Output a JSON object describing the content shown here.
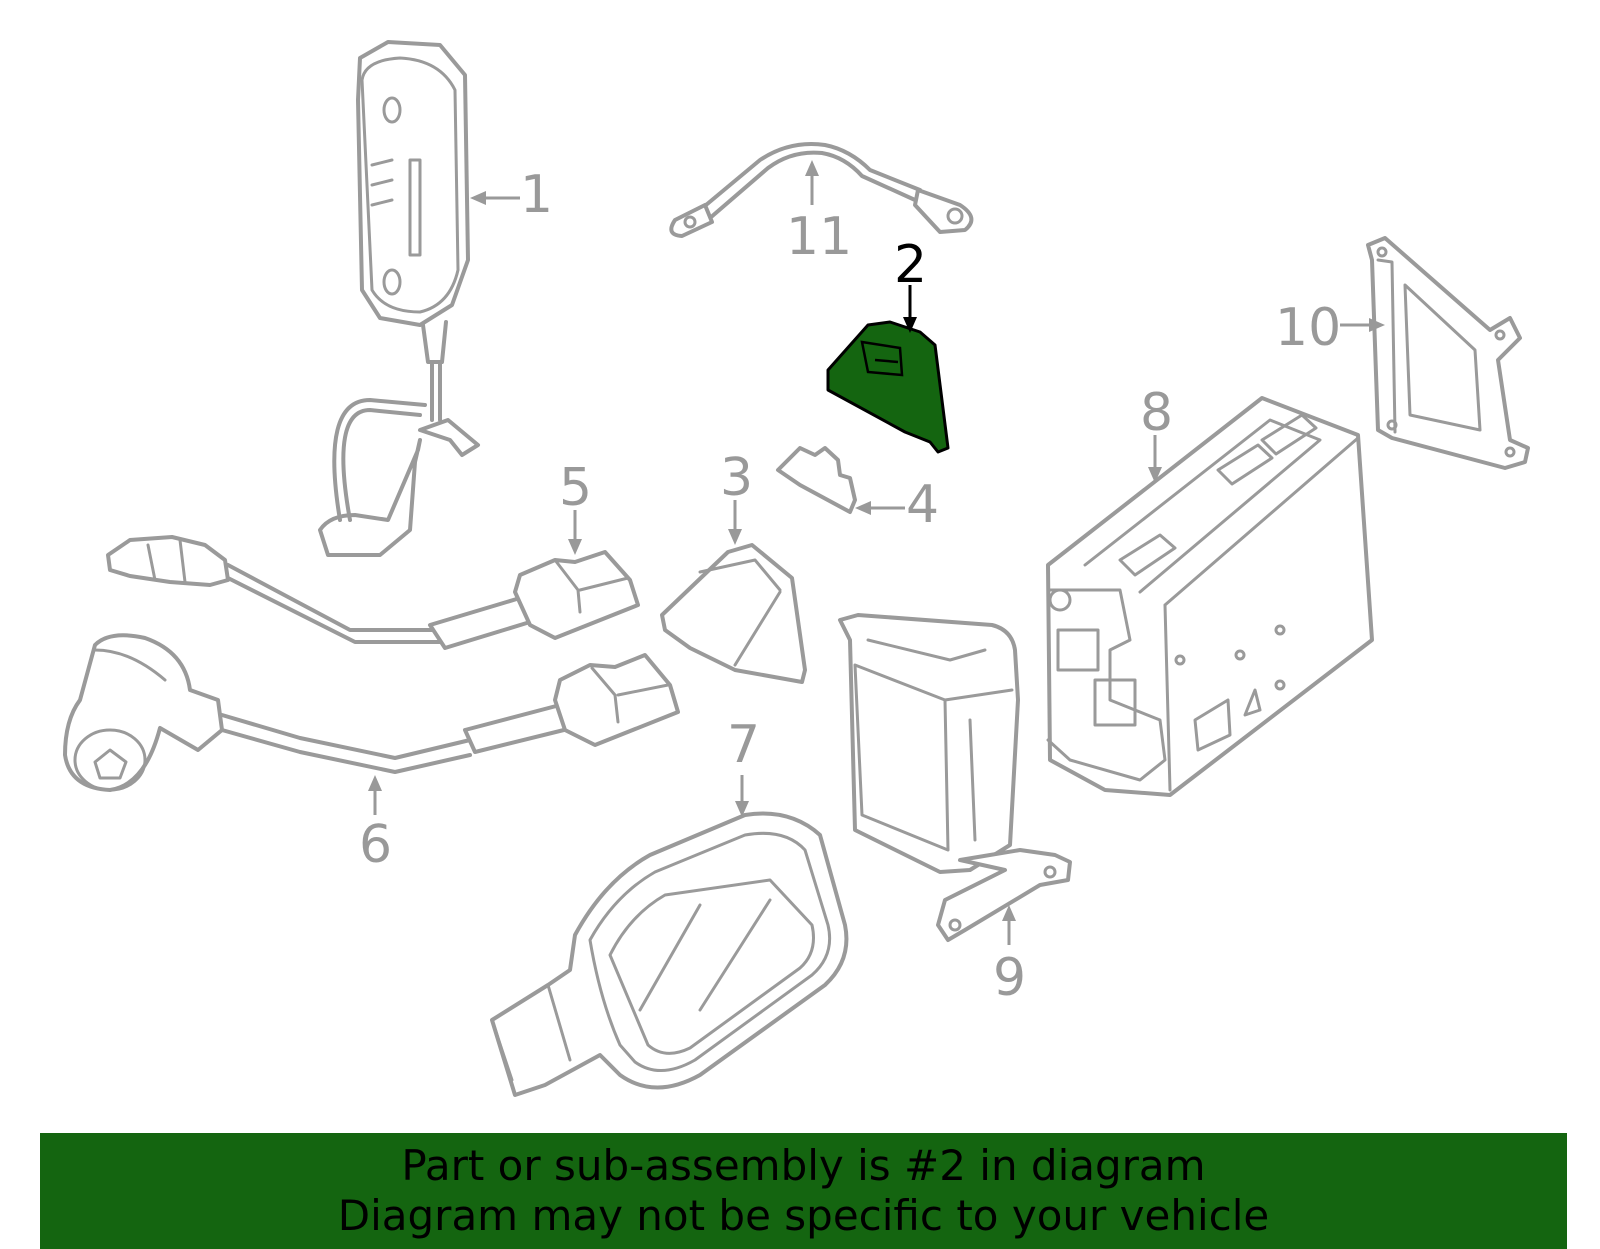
{
  "diagram": {
    "highlighted_part": "2",
    "highlight_color": "#146510",
    "callouts": [
      {
        "id": "1",
        "label": "1"
      },
      {
        "id": "2",
        "label": "2"
      },
      {
        "id": "3",
        "label": "3"
      },
      {
        "id": "4",
        "label": "4"
      },
      {
        "id": "5",
        "label": "5"
      },
      {
        "id": "6",
        "label": "6"
      },
      {
        "id": "7",
        "label": "7"
      },
      {
        "id": "8",
        "label": "8"
      },
      {
        "id": "9",
        "label": "9"
      },
      {
        "id": "10",
        "label": "10"
      },
      {
        "id": "11",
        "label": "11"
      }
    ]
  },
  "banner": {
    "line1": "Part or sub-assembly is #2 in diagram",
    "line2": "Diagram may not be specific to your vehicle",
    "background_color": "#146510"
  }
}
